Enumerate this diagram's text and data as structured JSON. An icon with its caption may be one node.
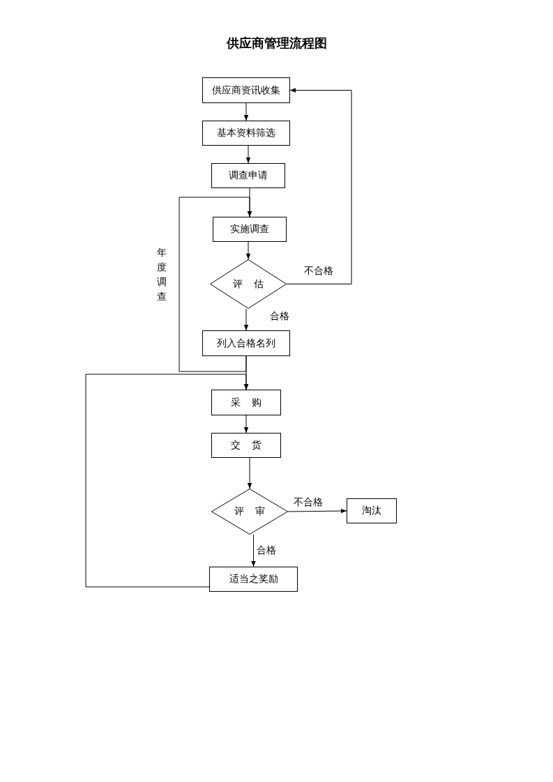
{
  "diagram": {
    "title": "供应商管理流程图",
    "nodes": [
      {
        "text": [
          "供应商资讯收集"
        ]
      },
      {
        "text": [
          "基本资料筛选"
        ]
      },
      {
        "text": [
          "调查申请"
        ]
      },
      {
        "text": [
          "实施调查"
        ]
      },
      {
        "text": [
          "评 估"
        ]
      },
      {
        "text": [
          "列入合格名列"
        ]
      },
      {
        "text": [
          "采 购"
        ]
      },
      {
        "text": [
          "交 货"
        ]
      },
      {
        "text": [
          "评 审"
        ]
      },
      {
        "text": [
          "淘汰"
        ]
      },
      {
        "text": [
          "适当之奖励"
        ]
      }
    ],
    "edges": [
      {
        "from": 0,
        "to": 1,
        "arrow": "to"
      },
      {
        "from": 1,
        "to": 2,
        "arrow": "to"
      },
      {
        "from": 2,
        "to": 3,
        "arrow": "to"
      },
      {
        "from": 3,
        "to": 4,
        "arrow": "to"
      },
      {
        "from": 4,
        "to": 5,
        "arrow": "to",
        "label": "合格"
      },
      {
        "from": 4,
        "to": 0,
        "arrow": "to",
        "label": "不合格"
      },
      {
        "from": 5,
        "to": 3,
        "arrow": "to",
        "label": "年度调查"
      },
      {
        "from": 5,
        "to": 6,
        "arrow": "to"
      },
      {
        "from": 6,
        "to": 7,
        "arrow": "to"
      },
      {
        "from": 7,
        "to": 8,
        "arrow": "to"
      },
      {
        "from": 8,
        "to": 9,
        "arrow": "to",
        "label": "不合格"
      },
      {
        "from": 8,
        "to": 10,
        "arrow": "to",
        "label": "合格"
      },
      {
        "from": 10,
        "to": 6,
        "arrow": "to"
      }
    ]
  }
}
